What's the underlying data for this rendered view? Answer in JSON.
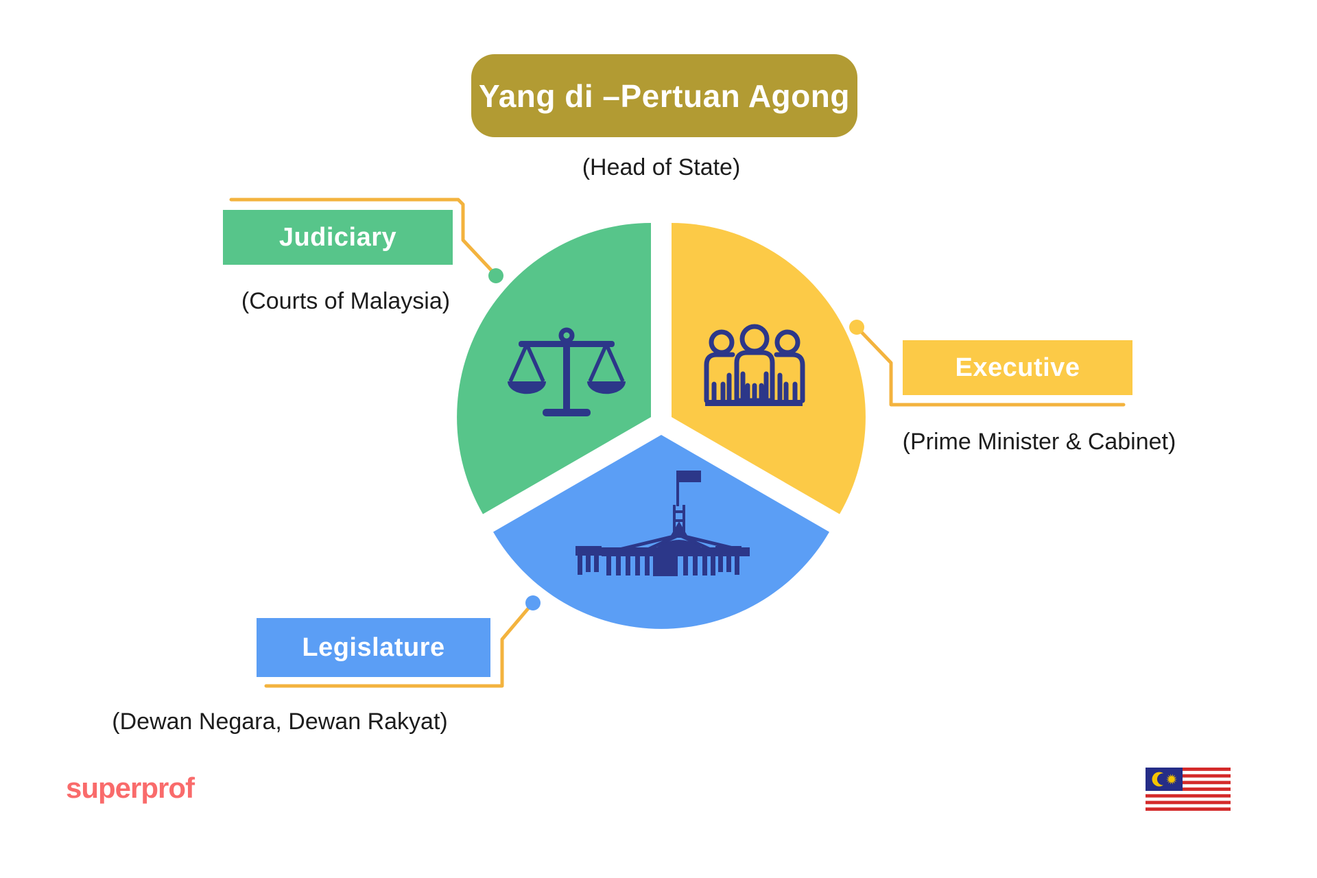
{
  "title": {
    "label": "Yang di –Pertuan Agong",
    "subtitle": "(Head of State)"
  },
  "branches": [
    {
      "label": "Judiciary",
      "subtitle": "(Courts of Malaysia)",
      "color": "#57c58a",
      "icon": "scales-of-justice-icon"
    },
    {
      "label": "Executive",
      "subtitle": "(Prime Minister & Cabinet)",
      "color": "#fcca47",
      "icon": "people-group-icon"
    },
    {
      "label": "Legislature",
      "subtitle": "(Dewan Negara, Dewan Rakyat)",
      "color": "#5b9ef5",
      "icon": "parliament-building-icon"
    }
  ],
  "footer": {
    "brand": "superprof",
    "flag": "malaysia-flag"
  },
  "colors": {
    "title_gold": "#b29b33",
    "judiciary_green": "#57c58a",
    "executive_yellow": "#fcca47",
    "legislature_blue": "#5b9ef5",
    "icon_navy": "#2c3789",
    "connector_orange": "#f3b33e",
    "brand_coral": "#f96b6b",
    "text_dark": "#1d1d1d",
    "background": "#ffffff"
  }
}
